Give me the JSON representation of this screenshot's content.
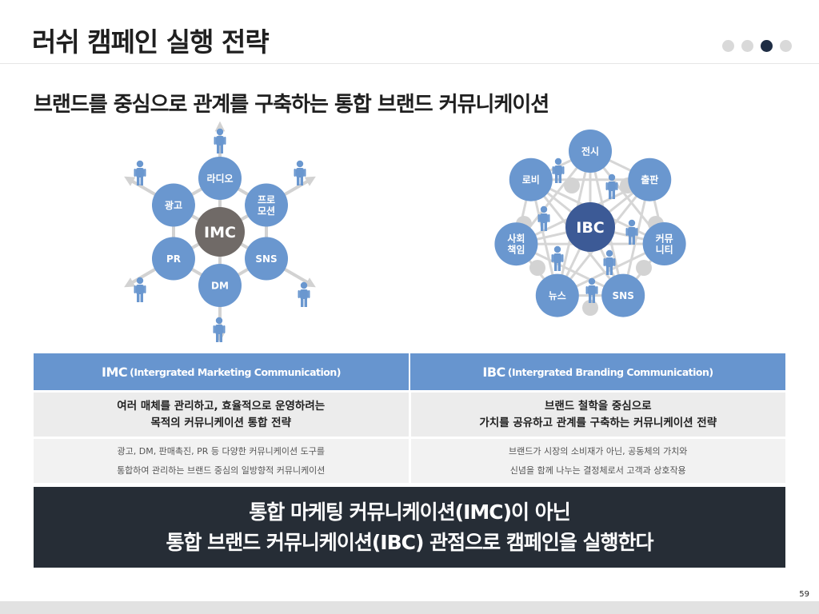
{
  "header": {
    "title": "러쉬 캠페인 실행 전략",
    "dots": [
      false,
      false,
      true,
      false
    ]
  },
  "subtitle": "브랜드를 중심으로 관계를 구축하는 통합 브랜드 커뮤니케이션",
  "imc_diagram": {
    "center": "IMC",
    "nodes": [
      {
        "label": [
          "라디오"
        ]
      },
      {
        "label": [
          "프로",
          "모션"
        ]
      },
      {
        "label": [
          "SNS"
        ]
      },
      {
        "label": [
          "DM"
        ]
      },
      {
        "label": [
          "PR"
        ]
      },
      {
        "label": [
          "광고"
        ]
      }
    ],
    "colors": {
      "node": "#6a97cf",
      "center": "#706a67",
      "arrow": "#d2d2d2",
      "person": "#6a97cf"
    }
  },
  "ibc_diagram": {
    "center": "IBC",
    "nodes": [
      {
        "label": [
          "전시"
        ]
      },
      {
        "label": [
          "출판"
        ]
      },
      {
        "label": [
          "커뮤",
          "니티"
        ]
      },
      {
        "label": [
          "SNS"
        ]
      },
      {
        "label": [
          "뉴스"
        ]
      },
      {
        "label": [
          "사회",
          "책임"
        ]
      },
      {
        "label": [
          "로비"
        ]
      }
    ],
    "colors": {
      "node": "#6a97cf",
      "center": "#3c5a96",
      "link": "#d6d6d6",
      "person": "#6a97cf"
    }
  },
  "table": {
    "imc": {
      "name": "IMC",
      "full": "(Intergrated Marketing Communication)",
      "main": [
        "여러 매체를 관리하고, 효율적으로 운영하려는",
        "목적의 커뮤니케이션 통합 전략"
      ],
      "detail": [
        "광고, DM, 판매촉진, PR 등 다양한 커뮤니케이션 도구를",
        "통합하여 관리하는 브랜드 중심의 일방향적 커뮤니케이션"
      ]
    },
    "ibc": {
      "name": "IBC",
      "full": "(Intergrated Branding Communication)",
      "main": [
        "브랜드 철학을 중심으로",
        "가치를 공유하고 관계를 구축하는 커뮤니케이션 전략"
      ],
      "detail": [
        "브랜드가 시장의 소비재가 아닌, 공동체의 가치와",
        "신념을 함께 나누는 결정체로서 고객과 상호작용"
      ]
    }
  },
  "conclusion": [
    "통합 마케팅 커뮤니케이션(IMC)이 아닌",
    "통합 브랜드 커뮤니케이션(IBC) 관점으로 캠페인을 실행한다"
  ],
  "page_number": "59"
}
